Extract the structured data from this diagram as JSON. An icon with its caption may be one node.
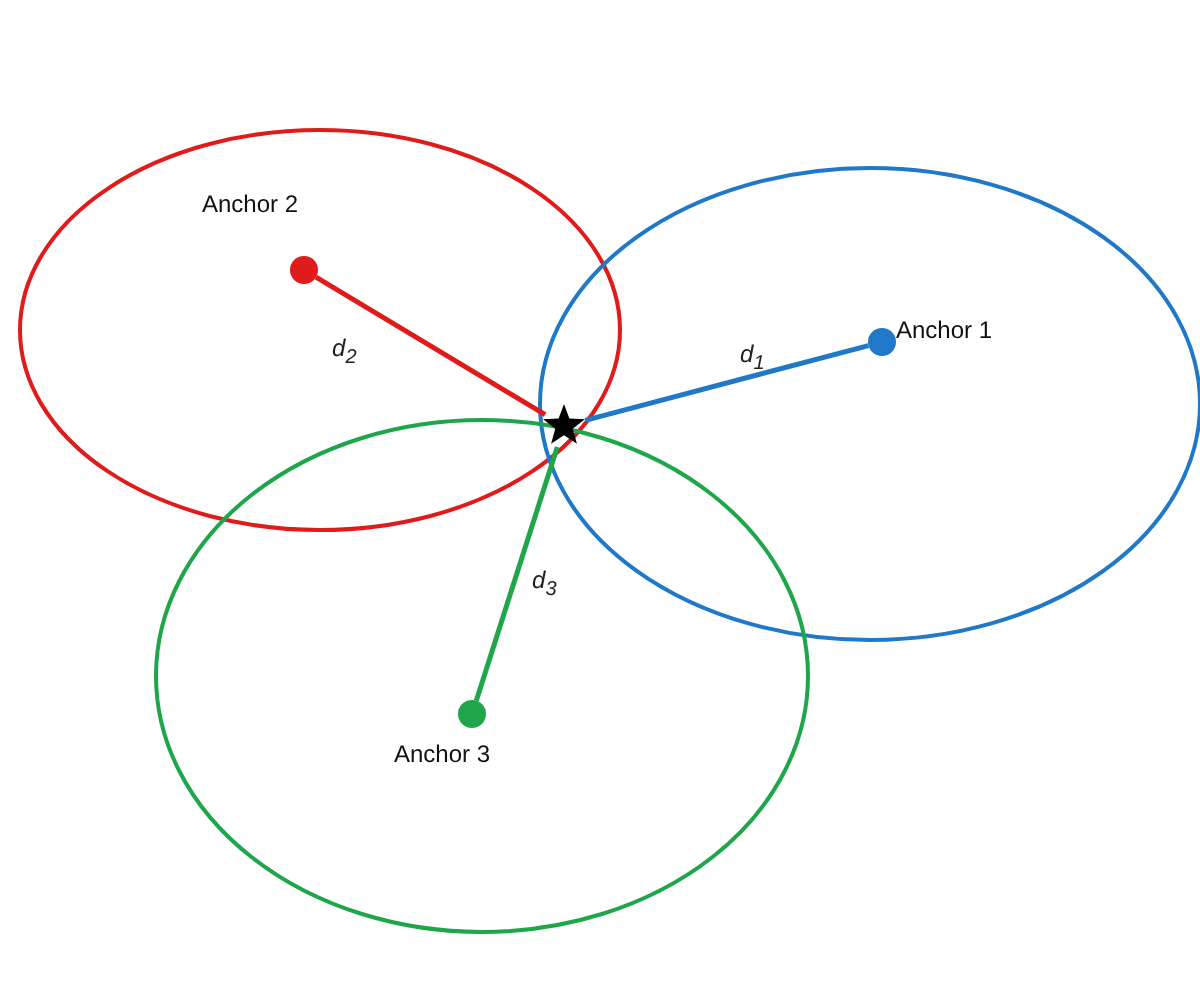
{
  "diagram": {
    "nodes": [
      {
        "text": [],
        "shape": "circle",
        "beside": [
          "Anchor 2"
        ]
      },
      {
        "text": [],
        "shape": "circle",
        "beside": [
          "Anchor 1"
        ]
      },
      {
        "text": [],
        "shape": "star"
      },
      {
        "text": [],
        "shape": "circle",
        "beside": [
          "Anchor 3"
        ]
      }
    ],
    "edges": [
      {
        "from": 0,
        "to": 2,
        "arrow": "none",
        "label": "d$_{2}$",
        "color": "#e01b1b"
      },
      {
        "from": 1,
        "to": 2,
        "arrow": "none",
        "label": "d$_{1}$",
        "color": "#1f78c8"
      },
      {
        "from": 3,
        "to": 2,
        "arrow": "none",
        "label": "d$_{3}$",
        "color": "#1fa64a"
      }
    ]
  }
}
